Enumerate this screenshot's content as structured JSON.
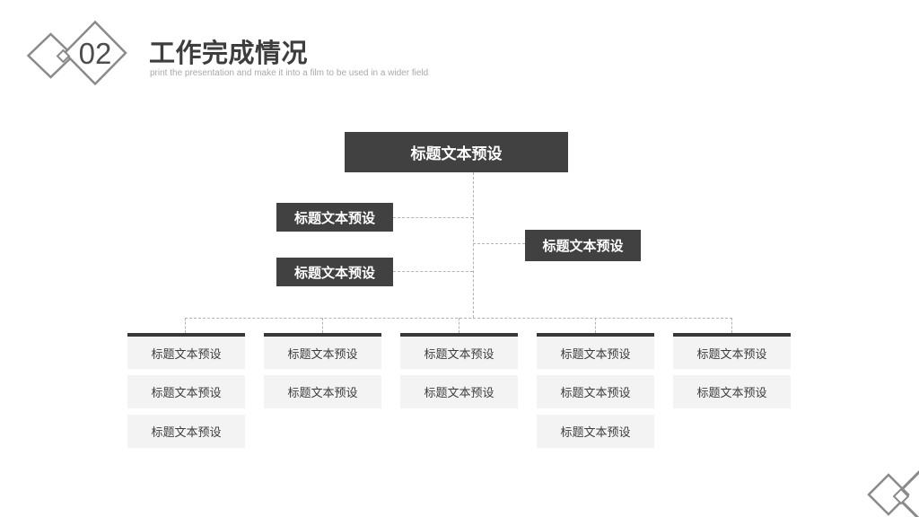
{
  "slide": {
    "section_number": "02",
    "title": "工作完成情况",
    "subtitle": "print the presentation and make it into a film to be used in a wider field"
  },
  "org_chart": {
    "root_label": "标题文本预设",
    "branch_left": [
      "标题文本预设",
      "标题文本预设"
    ],
    "branch_right": "标题文本预设",
    "columns": [
      {
        "cells": [
          "标题文本预设",
          "标题文本预设",
          "标题文本预设"
        ]
      },
      {
        "cells": [
          "标题文本预设",
          "标题文本预设"
        ]
      },
      {
        "cells": [
          "标题文本预设",
          "标题文本预设"
        ]
      },
      {
        "cells": [
          "标题文本预设",
          "标题文本预设",
          "标题文本预设"
        ]
      },
      {
        "cells": [
          "标题文本预设",
          "标题文本预设"
        ]
      }
    ]
  },
  "colors": {
    "box_dark": "#414141",
    "box_light": "#f3f3f3",
    "box_shadow": "#dadada",
    "cell_top_border": "#373737",
    "connector": "#b3b3b3",
    "diamond_stroke": "#8a8a8a",
    "title_text": "#3d3d3d",
    "subtitle_text": "#a9a9a9"
  }
}
